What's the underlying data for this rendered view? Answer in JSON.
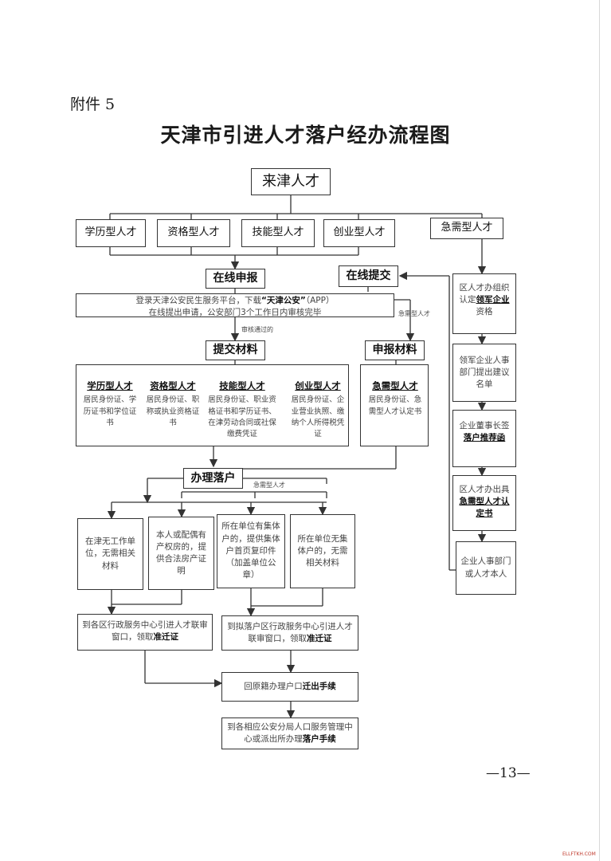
{
  "attachment": "附件 5",
  "title": "天津市引进人才落户经办流程图",
  "start": "来津人才",
  "types": [
    "学历型人才",
    "资格型人才",
    "技能型人才",
    "创业型人才"
  ],
  "urgent_type": "急需型人才",
  "online_apply": "在线申报",
  "online_submit": "在线提交",
  "online_desc_1": "登录天津公安民生服务平台，下载",
  "online_app_name": "“天津公安”",
  "online_app_suffix": "（APP）",
  "online_desc_2": "在线提出申请，公安部门3个工作日内审核完毕",
  "review_passed": "审核通过的",
  "urgent_small": "急需型人才",
  "submit_materials": "提交材料",
  "report_materials": "申报材料",
  "materials": [
    {
      "title": "学历型人才",
      "text": "居民身份证、学历证书和学位证书"
    },
    {
      "title": "资格型人才",
      "text": "居民身份证、职称或执业资格证书"
    },
    {
      "title": "技能型人才",
      "text": "居民身份证、职业资格证书和学历证书、在津劳动合同或社保缴费凭证"
    },
    {
      "title": "创业型人才",
      "text": "居民身份证、企业营业执照、缴纳个人所得税凭证"
    }
  ],
  "urgent_material": {
    "title": "急需型人才",
    "text": "居民身份证、急需型人才认定书"
  },
  "handle_settle": "办理落户",
  "urgent_small_2": "急需型人才",
  "cases": [
    "在津无工作单位，无需相关材料",
    "本人或配偶有产权房的，提供合法房产证明",
    "所在单位有集体户的，提供集体户首页复印件（加盖单位公章）",
    "所在单位无集体户的，无需相关材料"
  ],
  "center_left_text": "到各区行政服务中心引进人才联审窗口，领取",
  "center_left_bold": "准迁证",
  "center_right_text": "到拟落户区行政服务中心引进人才联审窗口，领取",
  "center_right_bold": "准迁证",
  "origin_text": "回原籍办理户口",
  "origin_bold": "迁出手续",
  "final_text": "到各相应公安分局人口服务管理中心或派出所办理",
  "final_bold": "落户手续",
  "right_steps": {
    "s1_pre": "区人才办组织认定",
    "s1_bold": "领军企业",
    "s1_post": "资格",
    "s2": "领军企业人事部门提出建议名单",
    "s3_pre": "企业董事长签",
    "s3_bold": "落户推荐函",
    "s4_pre": "区人才办出具",
    "s4_bold": "急需型人才认定书",
    "s5": "企业人事部门或人才本人"
  },
  "page_number": "—13—",
  "watermark": "ELLFTKH.COM"
}
